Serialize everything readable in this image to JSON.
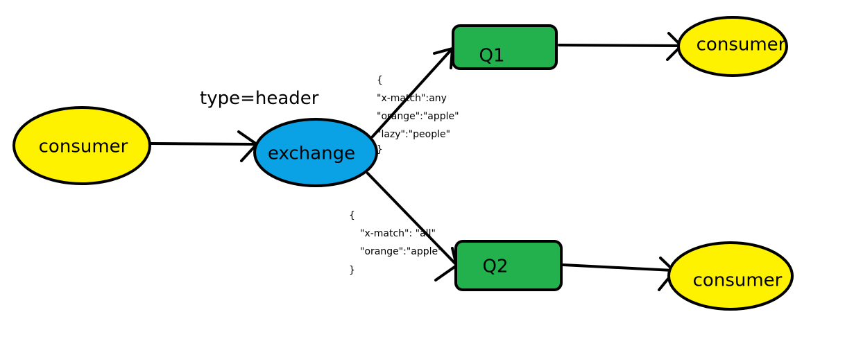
{
  "diagram": {
    "type_label": "type=header",
    "nodes": {
      "producer": {
        "label": "consumer",
        "color": "#FFF200"
      },
      "exchange": {
        "label": "exchange",
        "color": "#0AA2E5"
      },
      "q1": {
        "label": "Q1",
        "color": "#22B14C"
      },
      "q2": {
        "label": "Q2",
        "color": "#22B14C"
      },
      "consumer1": {
        "label": "consumer",
        "color": "#FFF200"
      },
      "consumer2": {
        "label": "consumer",
        "color": "#FFF200"
      }
    },
    "binding_q1": {
      "lines": [
        "{",
        "\"x-match\":any",
        " \"orange\":\"apple\"",
        "\"lazy\":\"people\"",
        "}"
      ]
    },
    "binding_q2": {
      "lines": [
        "{",
        "\"x-match\": \"all\"",
        "\"orange\":\"apple\"",
        "}"
      ]
    },
    "colors": {
      "stroke": "#000000",
      "yellow": "#FFF200",
      "blue": "#0AA2E5",
      "green": "#22B14C"
    }
  }
}
